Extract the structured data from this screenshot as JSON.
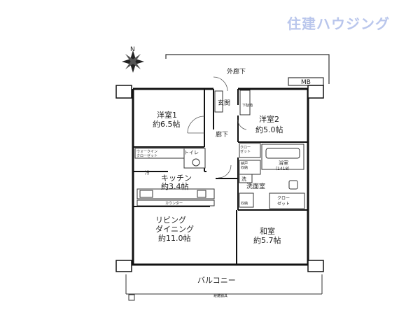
{
  "brand": {
    "name": "住建ハウジング",
    "color": "#b9c6ec"
  },
  "compass": {
    "north_label": "N"
  },
  "labels": {
    "outer_corridor": "外廊下",
    "mb": "MB",
    "entrance": "玄関",
    "shoe_box": "下駄箱",
    "hallway": "廊下",
    "balcony": "バルコニー",
    "balcony_note": "避難器具",
    "fridge": "冷"
  },
  "rooms": {
    "western1": {
      "name": "洋室1",
      "size": "約6.5帖"
    },
    "western2": {
      "name": "洋室2",
      "size": "約5.0帖"
    },
    "kitchen": {
      "name": "キッチン",
      "size": "約3.4帖"
    },
    "living": {
      "name1": "リビング",
      "name2": "ダイニング",
      "size": "約11.0帖"
    },
    "japanese": {
      "name": "和室",
      "size": "約5.7帖"
    },
    "walk_in_closet": {
      "line1": "ウォークイン",
      "line2": "クローゼット"
    },
    "toilet": "トイレ",
    "closet_small": {
      "line1": "クロー",
      "line2": "ゼット"
    },
    "storage": {
      "line1": "納戸",
      "line2": "収納"
    },
    "bath": {
      "name": "浴室",
      "size": "（1418）"
    },
    "washroom": "洗面室",
    "washer": "洗",
    "storage2": "収納",
    "closet2": {
      "line1": "クロー",
      "line2": "ゼット"
    },
    "counter": "カウンター"
  }
}
